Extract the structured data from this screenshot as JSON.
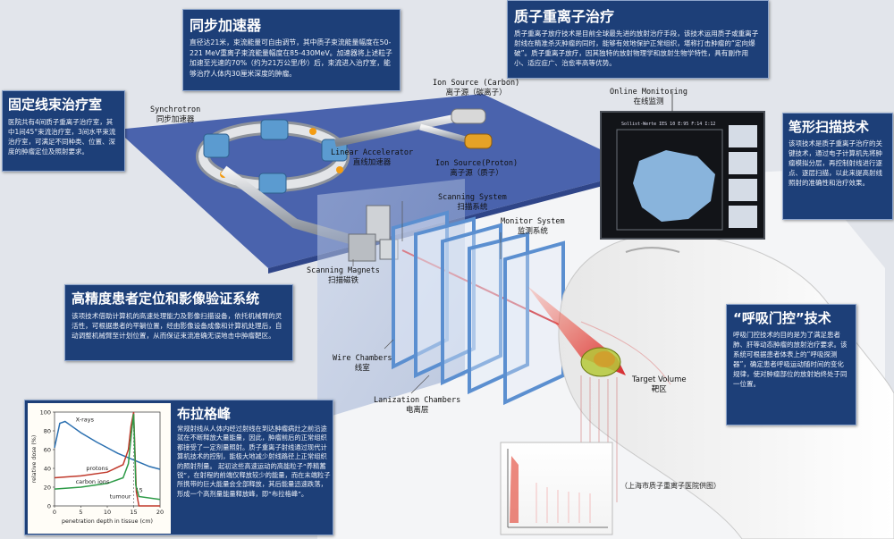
{
  "boxes": {
    "fixed": {
      "title": "固定线束治疗室",
      "text": "医院共有4间质子重离子治疗室，其中1间45°束流治疗室，3间水平束流治疗室，可满足不同种类、位置、深度的肿瘤定位及照射要求。"
    },
    "sync": {
      "title": "同步加速器",
      "text": "直径达21米，束流能量可自由调节，其中质子束流能量幅度在50-221 MeV重离子束流能量幅度在85-430MeV。加速器将上述粒子加速至光速的70%（约为21万公里/秒）后，束流进入治疗室，能够治疗人体内30厘米深度的肿瘤。"
    },
    "heavy": {
      "title": "质子重离子治疗",
      "text": "质子重离子放疗技术是目前全球最先进的放射治疗手段，该技术运用质子或重离子射线在精准杀灭肿瘤的同时，能够有效地保护正常组织，堪称打击肿瘤的“定向爆破”。质子重离子放疗，因其独特的放射物理学和放射生物学特性，具有副作用小、适应症广、治愈率高等优势。"
    },
    "pencil": {
      "title": "笔形扫描技术",
      "text": "该项技术是质子重离子治疗的关键技术，通过电子计算机先将肿瘤模拟分层，再控制射线进行逐点、逐层扫描，以此来提高射线照射的准确性和治疗效果。"
    },
    "position": {
      "title": "高精度患者定位和影像验证系统",
      "text": "该项技术借助计算机的高速处理能力及影像扫描设备，依托机械臂的灵活性，可根据患者的平躺位置，经由影像设备成像和计算机处理后，自动调整机械臂至计划位置，从而保证束流准确无误地击中肿瘤靶区。"
    },
    "breath": {
      "title": "“呼吸门控”技术",
      "text": "呼吸门控技术的目的是为了满足患者肺、肝等动态肿瘤的放射治疗要求。该系统可根据患者体表上的“呼吸探测器”，确定患者呼吸运动随时间的变化规律，使对肿瘤部位的放射始终处于同一位置。"
    },
    "bragg": {
      "title": "布拉格峰",
      "text": "常规射线从人体内经过射线在到达肿瘤病灶之前沿途就在不断释放大量能量，因此，肿瘤前后的正常组织都接受了一定剂量照射。质子重离子射线通过现代计算机技术的控制，能极大地减少射线路径上正常组织的照射剂量。 起初这些高速运动的高能粒子“养精蓄锐”，在射程的前端仅释放较少的能量，而在末端粒子所携带的巨大能量会全部释放，其后能量迅速跌落，形成一个高剂量能量释放峰，即“布拉格峰”。"
    }
  },
  "labels": {
    "synchrotron": [
      "Synchrotron",
      "同步加速器"
    ],
    "ion_carbon": [
      "Ion Source (Carbon)",
      "离子源（碳离子）"
    ],
    "online": [
      "Online Monitoring",
      "在线监测"
    ],
    "linac": [
      "Linear Accelerator",
      "直线加速器"
    ],
    "ion_proton": [
      "Ion Source(Proton)",
      "离子源（质子）"
    ],
    "scanning": [
      "Scanning System",
      "扫描系统"
    ],
    "monitor": [
      "Monitor System",
      "监测系统"
    ],
    "magnets": [
      "Scanning Magnets",
      "扫描磁铁"
    ],
    "wire": [
      "Wire Chambers",
      "线室"
    ],
    "lani": [
      "Lanization Chambers",
      "电离层"
    ],
    "target": [
      "Target Volume",
      "靶区"
    ],
    "credit": "（上海市质子重离子医院供图）"
  },
  "monitor_screen": {
    "header": "Sollist-Werte  IES 10  E:95  F:14  I:12"
  },
  "chart_data": {
    "type": "line",
    "xlabel": "penetration depth in tissue (cm)",
    "ylabel": "relative dose (%)",
    "xlim": [
      0,
      20
    ],
    "ylim": [
      0,
      100
    ],
    "x_ticks": [
      0,
      5,
      10,
      15,
      20
    ],
    "y_ticks": [
      0,
      20,
      40,
      60,
      80,
      100
    ],
    "annotations": [
      "tumour",
      "15"
    ],
    "series": [
      {
        "name": "X-rays",
        "color": "#2a6fb0",
        "x": [
          0,
          1,
          2,
          3,
          5,
          8,
          10,
          12,
          15,
          18,
          20
        ],
        "y": [
          62,
          88,
          90,
          86,
          78,
          68,
          62,
          56,
          49,
          42,
          39
        ]
      },
      {
        "name": "protons",
        "color": "#c0392b",
        "x": [
          0,
          5,
          10,
          13,
          14,
          14.5,
          15,
          15.5,
          16,
          20
        ],
        "y": [
          30,
          32,
          36,
          44,
          60,
          85,
          100,
          15,
          0,
          0
        ]
      },
      {
        "name": "carbon ions",
        "color": "#2e9b48",
        "x": [
          0,
          5,
          10,
          13,
          14,
          14.6,
          15,
          15.4,
          16,
          20
        ],
        "y": [
          18,
          20,
          24,
          30,
          45,
          78,
          98,
          22,
          10,
          7
        ]
      }
    ]
  }
}
